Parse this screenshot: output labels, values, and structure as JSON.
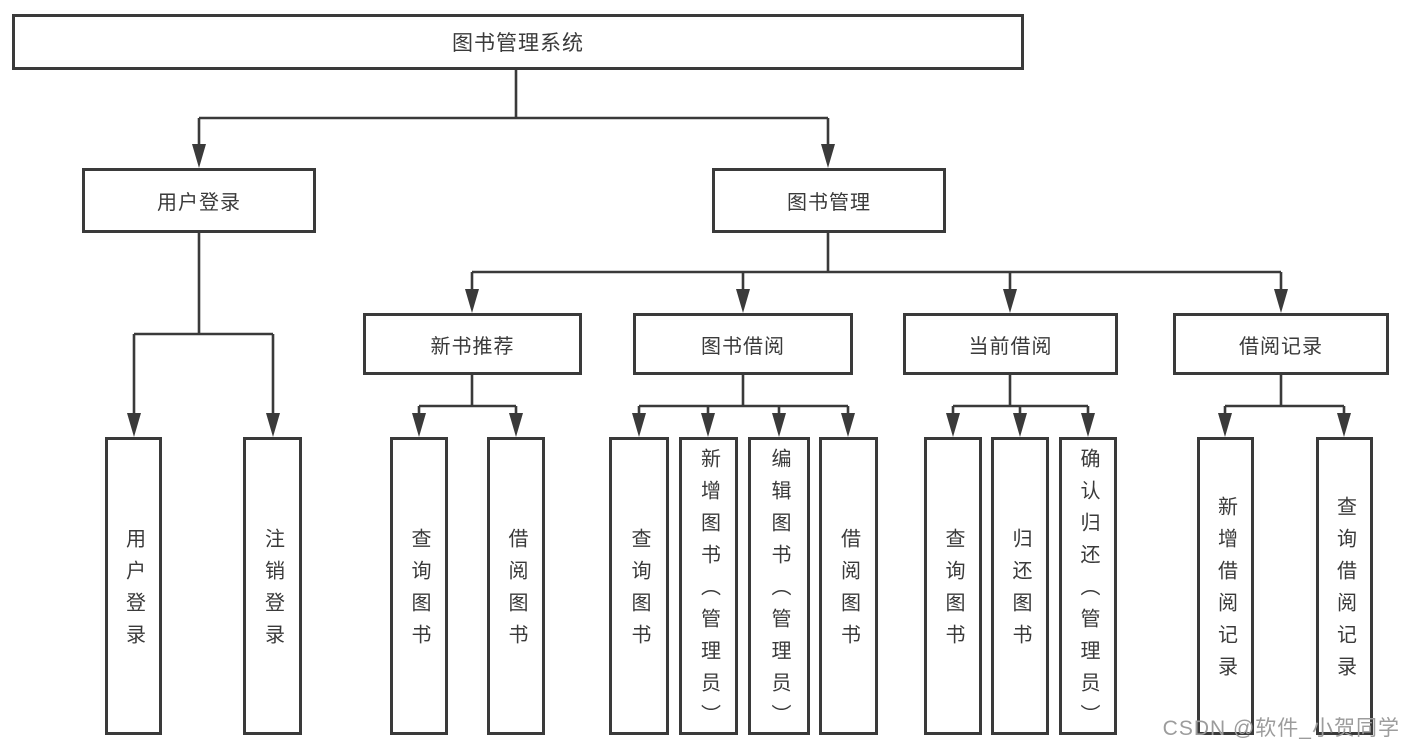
{
  "tree": {
    "root": "图书管理系统",
    "branches": [
      {
        "label": "用户登录",
        "children": [
          "用户登录",
          "注销登录"
        ]
      },
      {
        "label": "图书管理",
        "sections": [
          {
            "label": "新书推荐",
            "children": [
              "查询图书",
              "借阅图书"
            ]
          },
          {
            "label": "图书借阅",
            "children": [
              "查询图书",
              "新增图书（管理员）",
              "编辑图书（管理员）",
              "借阅图书"
            ]
          },
          {
            "label": "当前借阅",
            "children": [
              "查询图书",
              "归还图书",
              "确认归还（管理员）"
            ]
          },
          {
            "label": "借阅记录",
            "children": [
              "新增借阅记录",
              "查询借阅记录"
            ]
          }
        ]
      }
    ]
  },
  "watermark": {
    "text": "CSDN @软件_小贺同学"
  },
  "colors": {
    "line": "#3a3a3a",
    "text": "#3a3a3a",
    "box_fill": "#ffffff",
    "watermark": "#9c9c9c",
    "background": "#ffffff"
  }
}
